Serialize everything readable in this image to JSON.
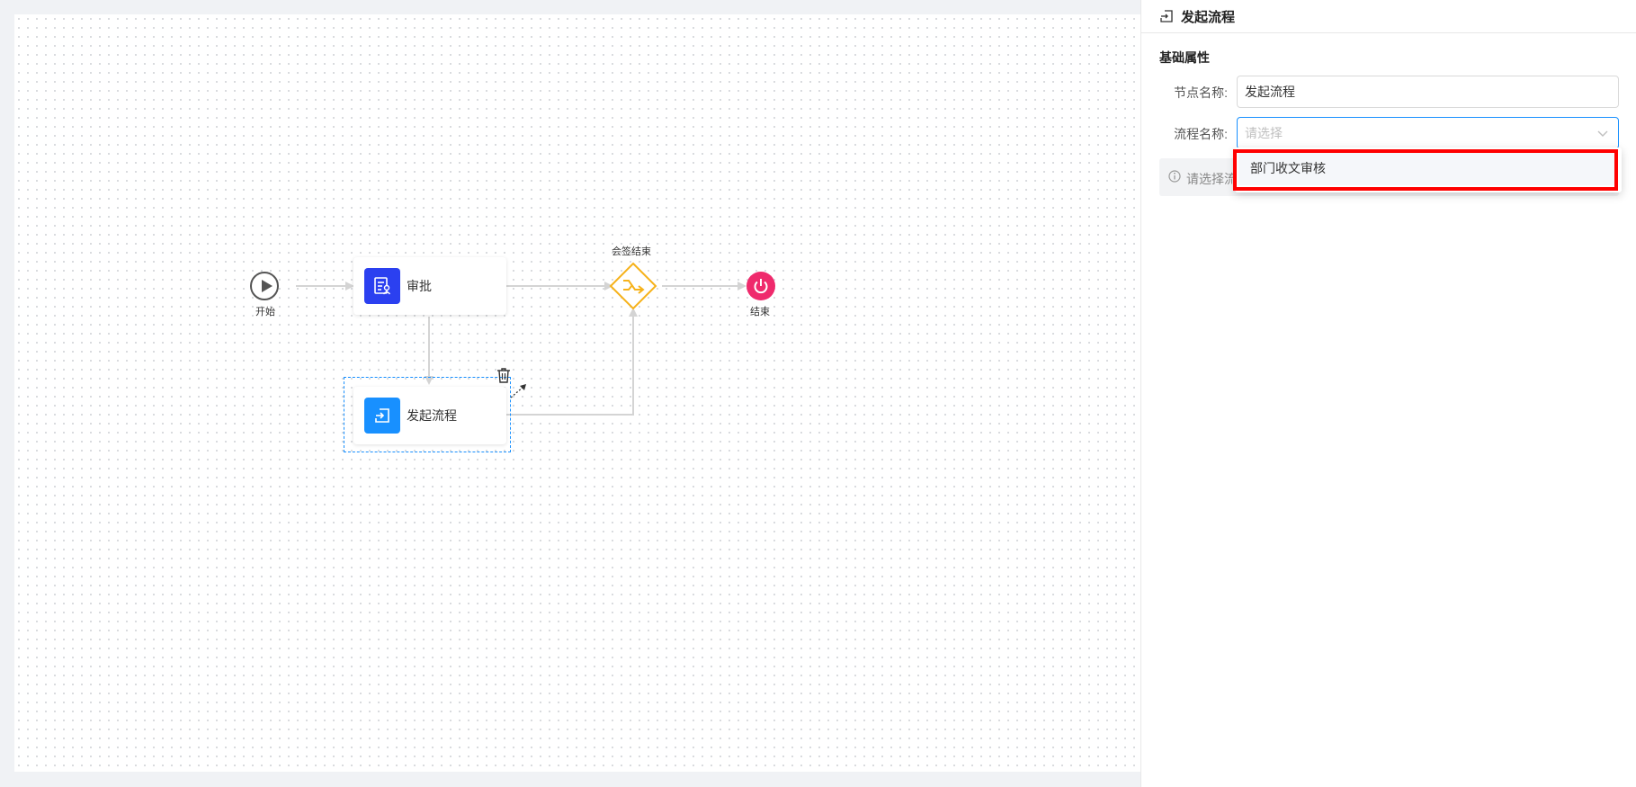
{
  "canvas": {
    "nodes": {
      "start": {
        "label": "开始"
      },
      "approval": {
        "label": "审批",
        "icon": "approval-doc-icon",
        "color": "#2b40f0"
      },
      "gateway": {
        "label": "会签结束",
        "icon": "merge-gateway-icon",
        "color": "#f6b21b"
      },
      "end": {
        "label": "结束",
        "icon": "power-icon",
        "color": "#ef2a6c"
      },
      "launch": {
        "label": "发起流程",
        "icon": "launch-process-icon",
        "color": "#1890ff"
      }
    },
    "selection_tools": {
      "delete": "trash-icon",
      "connect": "connect-arrow-icon"
    }
  },
  "panel": {
    "title": "发起流程",
    "section": "基础属性",
    "fields": [
      {
        "label": "节点名称:",
        "value": "发起流程"
      },
      {
        "label": "流程名称:",
        "placeholder": "请选择"
      }
    ],
    "info_text": "请选择流",
    "dropdown": {
      "options": [
        "部门收文审核"
      ]
    }
  }
}
